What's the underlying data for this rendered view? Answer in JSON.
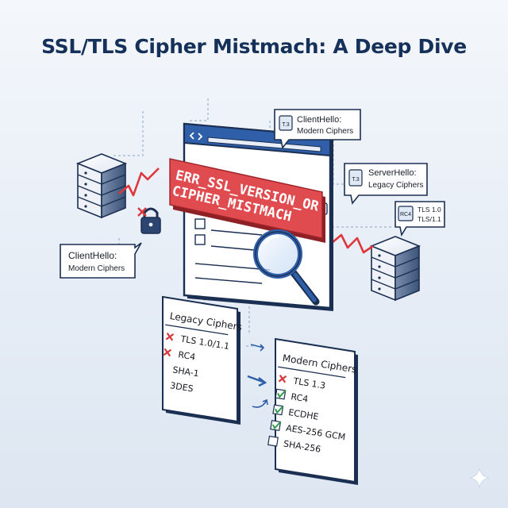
{
  "title": "SSL/TLS Cipher Mistmach: A Deep Dive",
  "error": {
    "line1": "ERR_SSL_VERSION_OR",
    "line2": "CIPHER_MISTMACH"
  },
  "callouts": {
    "client_top": {
      "badge": "T.3",
      "title": "ClientHello:",
      "subtitle": "Modern Ciphers"
    },
    "server": {
      "badge": "T.3",
      "title": "ServerHello:",
      "subtitle": "Legacy Ciphers"
    },
    "versions": {
      "badge": "RC4",
      "line1": "TLS 1.0",
      "line2": "TLS/1.1"
    },
    "client_left": {
      "title": "ClientHello:",
      "subtitle": "Modern Ciphers"
    }
  },
  "legacy_panel": {
    "header": "Legacy Ciphers",
    "items": [
      {
        "label": "TLS 1.0/1.1",
        "mark": "cross"
      },
      {
        "label": "RC4",
        "mark": "cross"
      },
      {
        "label": "SHA-1",
        "mark": "none"
      },
      {
        "label": "3DES",
        "mark": "none"
      }
    ]
  },
  "modern_panel": {
    "header": "Modern Ciphers",
    "items": [
      {
        "label": "TLS 1.3",
        "mark": "cross"
      },
      {
        "label": "RC4",
        "mark": "check"
      },
      {
        "label": "ECDHE",
        "mark": "check"
      },
      {
        "label": "AES-256 GCM",
        "mark": "check"
      },
      {
        "label": "SHA-256",
        "mark": "empty"
      }
    ]
  },
  "colors": {
    "navy": "#1b2f52",
    "accent_blue": "#2f5fa8",
    "error_red": "#e04b4f",
    "lightning_red": "#e0353b",
    "check_green": "#2f9a4a",
    "cross_red": "#d8373c"
  },
  "icons": {
    "browser_back": "chevron-left-icon",
    "browser_forward": "chevron-right-icon",
    "lock": "padlock-icon",
    "magnifier": "magnifying-glass-icon",
    "sparkle": "sparkle-icon"
  }
}
